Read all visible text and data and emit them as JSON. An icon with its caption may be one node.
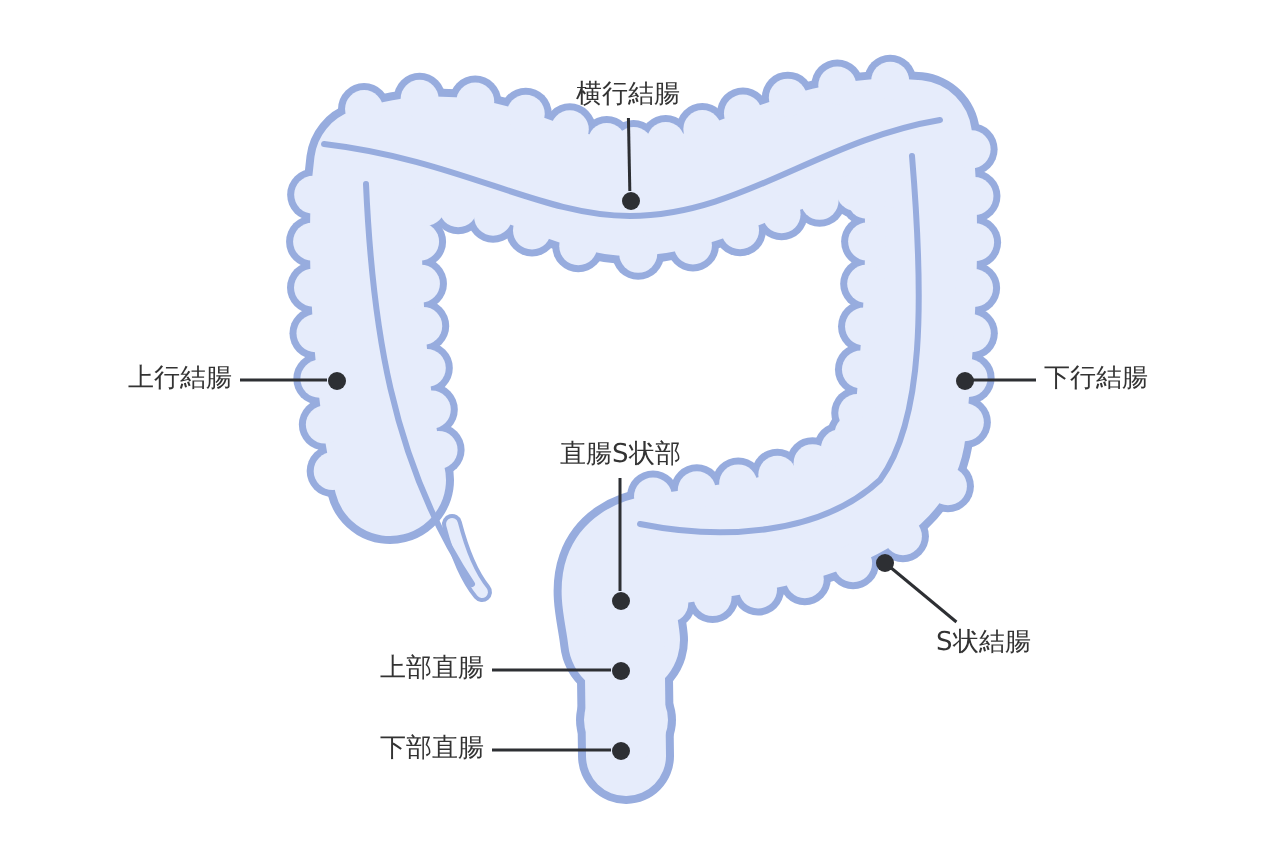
{
  "diagram": {
    "nodes": [
      {
        "text": [
          "横行結腸"
        ]
      },
      {
        "text": [
          "上行結腸"
        ]
      },
      {
        "text": [
          "下行結腸"
        ]
      },
      {
        "text": [
          "直腸S状部"
        ]
      },
      {
        "text": [
          "S状結腸"
        ]
      },
      {
        "text": [
          "上部直腸"
        ]
      },
      {
        "text": [
          "下部直腸"
        ]
      },
      {
        "text": [],
        "shape": "circle"
      },
      {
        "text": [],
        "shape": "circle"
      },
      {
        "text": [],
        "shape": "circle"
      },
      {
        "text": [],
        "shape": "circle"
      },
      {
        "text": [],
        "shape": "circle"
      },
      {
        "text": [],
        "shape": "circle"
      },
      {
        "text": [],
        "shape": "circle"
      }
    ],
    "edges": [
      {
        "from": 0,
        "to": 7,
        "arrow": "none"
      },
      {
        "from": 1,
        "to": 8,
        "arrow": "none"
      },
      {
        "from": 2,
        "to": 9,
        "arrow": "none"
      },
      {
        "from": 3,
        "to": 10,
        "arrow": "none"
      },
      {
        "from": 4,
        "to": 11,
        "arrow": "none"
      },
      {
        "from": 5,
        "to": 12,
        "arrow": "none"
      },
      {
        "from": 6,
        "to": 13,
        "arrow": "none"
      }
    ]
  }
}
